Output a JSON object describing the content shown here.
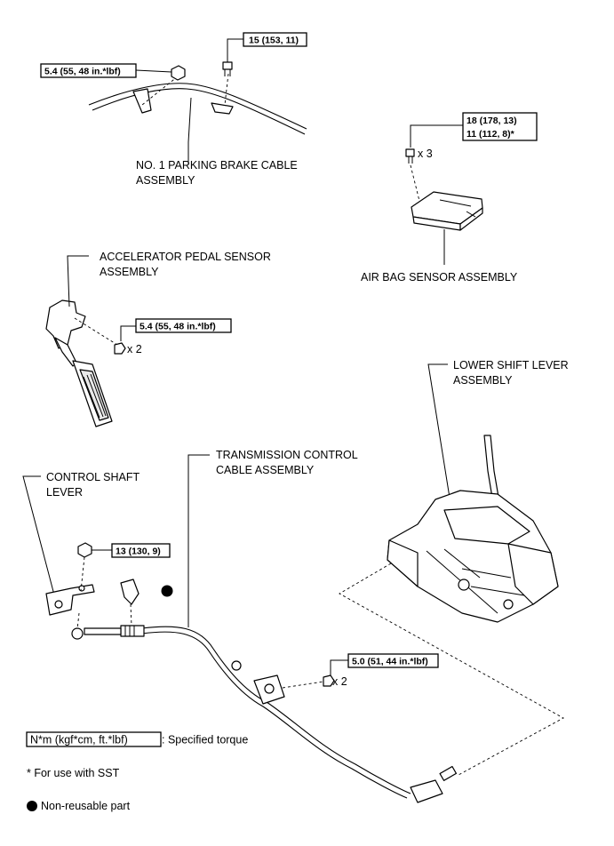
{
  "labels": {
    "parking_cable": [
      "NO. 1 PARKING BRAKE CABLE",
      "ASSEMBLY"
    ],
    "air_bag_sensor": "AIR BAG SENSOR ASSEMBLY",
    "accel_pedal": [
      "ACCELERATOR PEDAL SENSOR",
      "ASSEMBLY"
    ],
    "lower_shift": [
      "LOWER SHIFT LEVER",
      "ASSEMBLY"
    ],
    "trans_cable": [
      "TRANSMISSION CONTROL",
      "CABLE ASSEMBLY"
    ],
    "control_shaft": [
      "CONTROL SHAFT",
      "LEVER"
    ]
  },
  "torques": {
    "parking_nut": "5.4 (55, 48 in.*lbf)",
    "parking_bolt": "15 (153, 11)",
    "airbag_1": "18 (178, 13)",
    "airbag_2": "11 (112, 8)*",
    "accel": "5.4 (55, 48 in.*lbf)",
    "shaft_nut": "13 (130, 9)",
    "bracket_bolt": "5.0 (51, 44 in.*lbf)"
  },
  "quantities": {
    "airbag": "x 3",
    "accel": "x 2",
    "bracket": "x 2"
  },
  "legend": {
    "torque_box": "N*m (kgf*cm, ft.*lbf)",
    "torque_desc": ": Specified torque",
    "sst_note": "* For use with SST",
    "nonreusable": "Non-reusable part"
  }
}
